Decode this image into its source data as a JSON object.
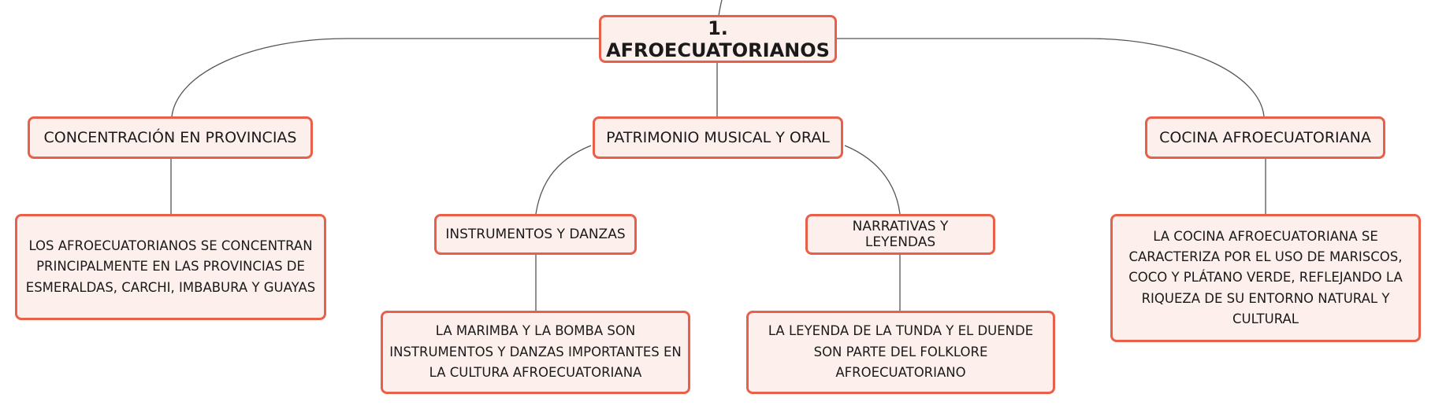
{
  "colors": {
    "node_fill": "#fdf0ec",
    "node_border": "#e9604a",
    "connector": "#555555",
    "text": "#1a1a1a"
  },
  "map": {
    "root": "1. AFROECUATORIANOS",
    "branches": [
      {
        "title": "CONCENTRACIÓN EN PROVINCIAS",
        "detail": "LOS AFROECUATORIANOS SE CONCENTRAN PRINCIPALMENTE EN LAS PROVINCIAS DE ESMERALDAS, CARCHI, IMBABURA Y GUAYAS"
      },
      {
        "title": "PATRIMONIO MUSICAL Y ORAL",
        "children": [
          {
            "title": "INSTRUMENTOS Y DANZAS",
            "detail": "LA MARIMBA Y LA BOMBA SON INSTRUMENTOS Y DANZAS IMPORTANTES EN LA CULTURA AFROECUATORIANA"
          },
          {
            "title": "NARRATIVAS Y LEYENDAS",
            "detail": "LA LEYENDA DE LA TUNDA Y EL DUENDE SON PARTE DEL FOLKLORE AFROECUATORIANO"
          }
        ]
      },
      {
        "title": "COCINA AFROECUATORIANA",
        "detail": "LA COCINA AFROECUATORIANA SE CARACTERIZA POR EL USO DE MARISCOS, COCO Y PLÁTANO VERDE, REFLEJANDO LA RIQUEZA DE SU ENTORNO NATURAL Y CULTURAL"
      }
    ]
  }
}
